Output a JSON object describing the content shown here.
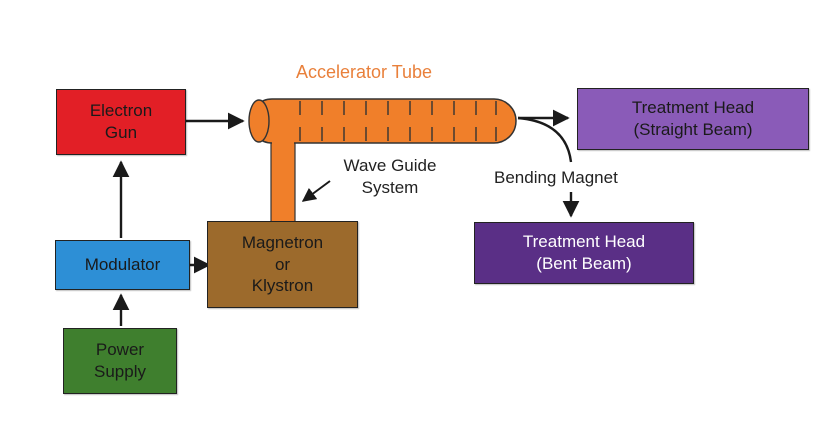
{
  "diagram": {
    "title": "Accelerator Tube",
    "colors": {
      "electron_gun": "#e21f26",
      "modulator": "#2d8fd6",
      "power_supply": "#3f7f2e",
      "magnetron": "#9c6a2c",
      "tube": "#f07f2a",
      "treatment_head_straight": "#8a5bb8",
      "treatment_head_bent": "#5a2f86",
      "title": "#e9803b",
      "arrows": "#1a1a1a"
    },
    "nodes": {
      "electron_gun": "Electron\nGun",
      "modulator": "Modulator",
      "power_supply": "Power\nSupply",
      "magnetron": "Magnetron\nor\nKlystron",
      "treatment_head_straight": "Treatment Head\n(Straight Beam)",
      "treatment_head_bent": "Treatment Head\n(Bent Beam)"
    },
    "labels": {
      "wave_guide": "Wave Guide\nSystem",
      "bending_magnet": "Bending Magnet"
    }
  }
}
